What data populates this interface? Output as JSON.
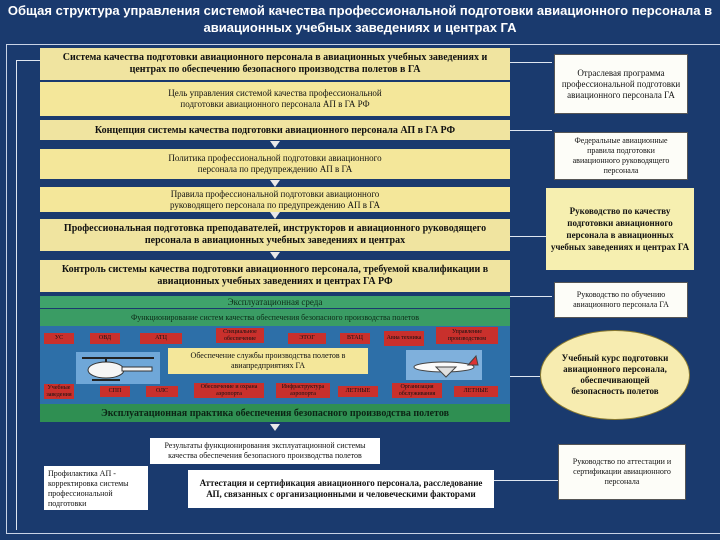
{
  "title": "Общая структура управления системой качества профессиональной подготовки авиационного персонала в авиационных учебных заведениях и центрах ГА",
  "left_column": {
    "system_box": "Система качества подготовки авиационного персонала в авиационных учебных заведениях и центрах по обеспечению безопасного производства полетов в ГА",
    "goal_box": "Цель управления системой качества профессиональной подготовки авиационного персонала АП в ГА РФ",
    "concept_box": "Концепция системы качества подготовки авиационного персонала АП в ГА РФ",
    "policy_box": "Политика профессиональной подготовки авиационного персонала по предупреждению АП в ГА",
    "rules_box": "Правила профессиональной подготовки авиационного руководящего персонала по предупреждению АП в ГА",
    "training_box": "Профессиональная подготовка преподавателей, инструкторов и авиационного руководящего персонала в авиационных учебных заведениях и центрах",
    "control_box": "Контроль системы качества подготовки авиационного персонала, требуемой квалификации в авиационных учебных заведениях и центрах ГА РФ",
    "operational_env": "Эксплуатационная среда",
    "functioning_systems": "Функционирование систем качества обеспечения безопасного производства полетов",
    "red_row1": [
      "УС",
      "ОВД",
      "АТЦ",
      "Специальное обеспечение",
      "ЭТОГ",
      "ВТАЦ",
      "Авиа техника",
      "Управление производством"
    ],
    "services_box": "Обеспечение службы производства полетов в авиапредприятиях ГА",
    "red_row2": [
      "Учебные заведения",
      "СПП",
      "ОЛС",
      "Обеспечение и охрана аэропорта",
      "Инфраструктура аэропорта",
      "ЛЕТНЫЕ",
      "Организация обслуживания",
      "ЛЕТНЫЕ"
    ],
    "practice_box": "Эксплуатационная практика обеспечения безопасного производства полетов",
    "results_box": "Результаты функционирования эксплуатационной системы качества обеспечения безопасного производства полетов",
    "prevention_box": "Профилактика АП - корректировка системы профессиональной подготовки",
    "certification_box": "Аттестация и сертификация авиационного персонала, расследование АП, связанных с организационными и человеческими факторами"
  },
  "right_column": {
    "program": "Отраслевая программа профессиональной подготовки авиационного персонала ГА",
    "fap": "Федеральные авиационные правила подготовки авиационного руководящего персонала",
    "manual": "Руководство по качеству подготовки авиационного персонала в авиационных учебных заведениях и центрах ГА",
    "teaching_manual": "Руководство по обучению авиационного персонала ГА",
    "course": "Учебный курс подготовки авиационного персонала, обеспечивающей безопасность полетов",
    "attestation_manual": "Руководство по аттестации и сертификации авиационного персонала"
  }
}
